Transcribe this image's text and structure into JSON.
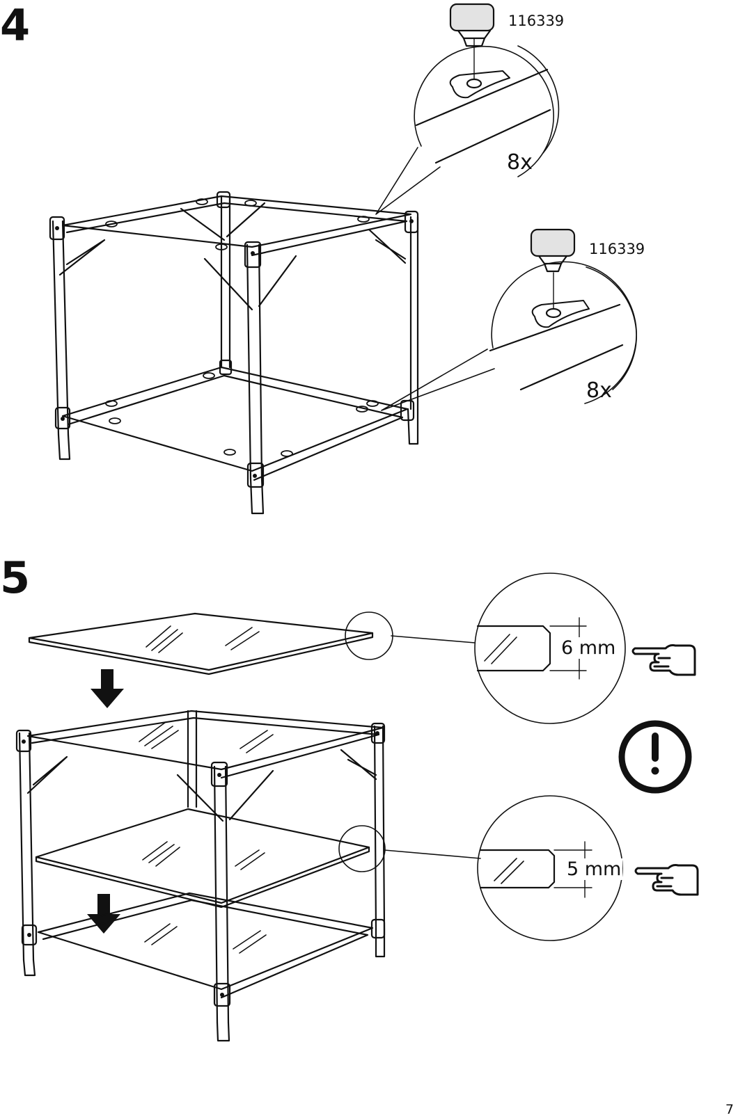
{
  "steps": [
    {
      "number": "4",
      "callouts": [
        {
          "part_id": "116339",
          "quantity": "8x"
        },
        {
          "part_id": "116339",
          "quantity": "8x"
        }
      ]
    },
    {
      "number": "5",
      "callouts": [
        {
          "dimension": "6 mm"
        },
        {
          "dimension": "5 mm"
        }
      ],
      "icons": [
        "pointing-hand-icon",
        "warning-exclamation-icon",
        "pointing-hand-icon",
        "down-arrow-icon"
      ]
    }
  ],
  "page": {
    "number": "7"
  },
  "colors": {
    "ink": "#111111",
    "paper": "#ffffff"
  }
}
